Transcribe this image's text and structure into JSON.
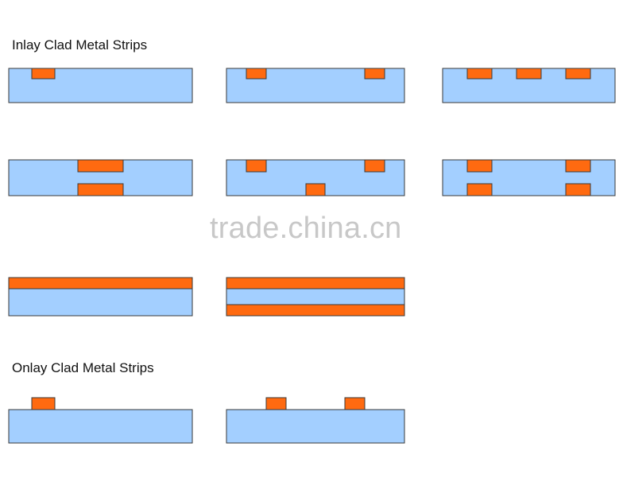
{
  "headings": {
    "inlay": "Inlay Clad Metal Strips",
    "onlay": "Onlay Clad Metal Strips"
  },
  "watermark": "trade.china.cn",
  "colors": {
    "base": "#a3cfff",
    "strip": "#ff6a10",
    "outline": "#3a3a3a",
    "heading_text": "#111111",
    "watermark_text": "#c8c8c8"
  }
}
